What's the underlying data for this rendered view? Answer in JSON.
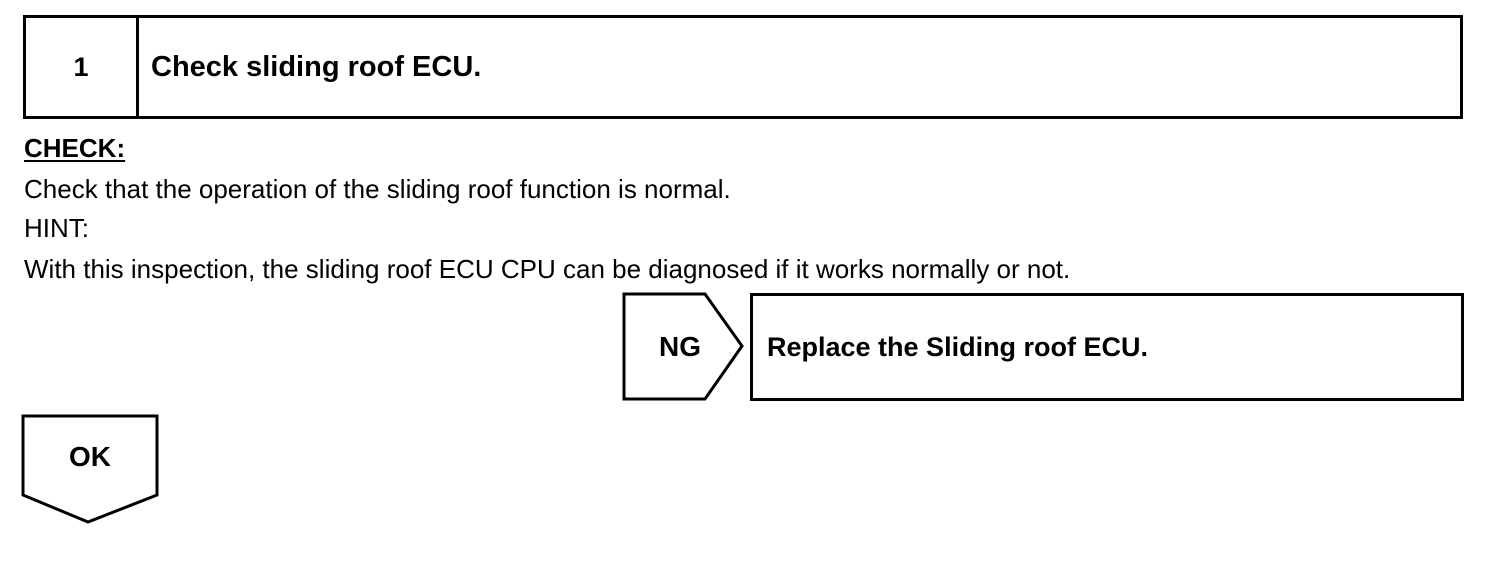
{
  "step": {
    "number": "1",
    "title": "Check sliding roof ECU."
  },
  "check": {
    "label": "CHECK:",
    "instruction": "Check that the operation of the sliding roof function is normal.",
    "hint_label": "HINT:",
    "hint_text": "With this inspection, the sliding roof ECU CPU can be diagnosed if it works normally or not."
  },
  "flow": {
    "ng_label": "NG",
    "ng_action": "Replace the Sliding roof ECU.",
    "ok_label": "OK"
  }
}
